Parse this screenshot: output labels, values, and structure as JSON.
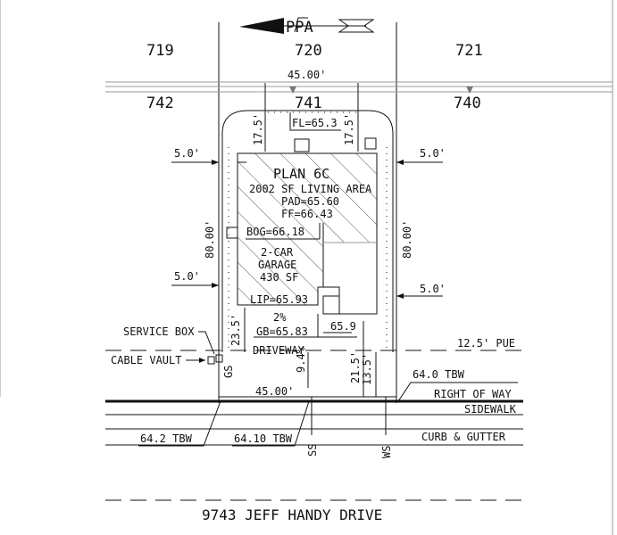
{
  "north_arrow": {
    "text": "PPA"
  },
  "lots": {
    "top_left": "719",
    "top_center": "720",
    "top_right": "721",
    "left": "742",
    "center": "741",
    "right": "740"
  },
  "dims": {
    "width_top": "45.00'",
    "setback_front_left": "17.5'",
    "setback_front_right": "17.5'",
    "fl": "FL=65.3",
    "side_left_top": "5.0'",
    "side_right_top": "5.0'",
    "side_left_bottom": "5.0'",
    "side_right_bottom": "5.0'",
    "depth_left": "80.00'",
    "depth_right": "80.00'",
    "driveway_len": "23.5'",
    "slope": "9.4%",
    "setback_row_1": "21.5'",
    "setback_row_2": "13.5'",
    "width_bottom": "45.00'"
  },
  "house": {
    "plan": "PLAN 6C",
    "living": "2002 SF LIVING AREA",
    "pad": "PAD=65.60",
    "ff": "FF=66.43",
    "bog": "BOG=66.18",
    "garage_line1": "2-CAR",
    "garage_line2": "GARAGE",
    "garage_area": "430 SF",
    "lip": "LIP=65.93"
  },
  "driveway": {
    "pct": "2%",
    "gb": "GB=65.83",
    "elev": "65.9",
    "label": "DRIVEWAY"
  },
  "labels": {
    "service_box": "SERVICE BOX",
    "cable_vault": "CABLE VAULT",
    "gs": "GS",
    "pue": "12.5' PUE",
    "tbw_right": "64.0 TBW",
    "row": "RIGHT OF WAY",
    "sidewalk": "SIDEWALK",
    "curb": "CURB & GUTTER",
    "tbw_left": "64.2 TBW",
    "tbw_mid": "64.10 TBW",
    "ss": "SS",
    "ws": "WS"
  },
  "street": {
    "name": "9743 JEFF HANDY DRIVE"
  }
}
